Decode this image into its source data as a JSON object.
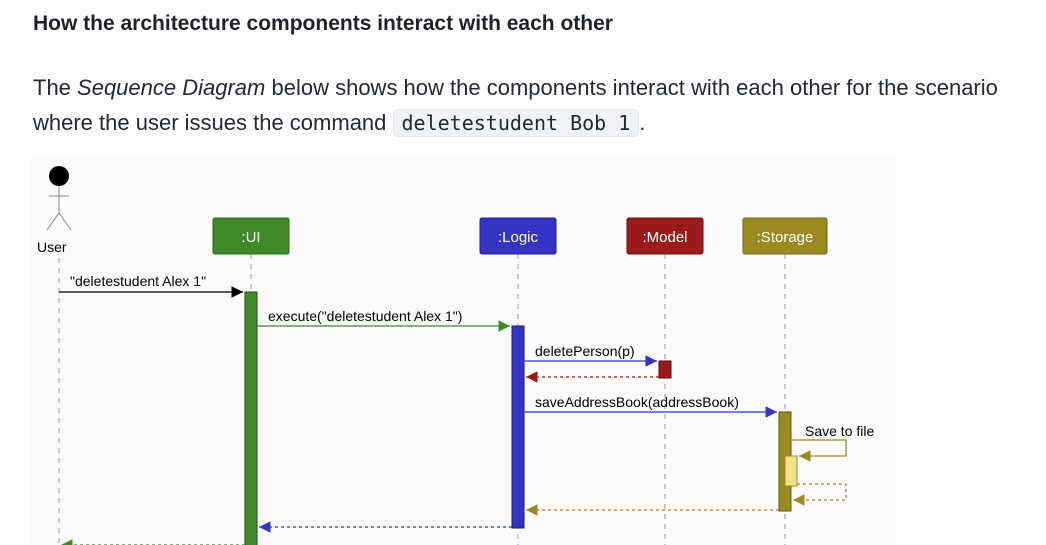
{
  "heading": "How the architecture components interact with each other",
  "intro": {
    "before": "The ",
    "emphasis": "Sequence Diagram",
    "middle": " below shows how the components interact with each other for the scenario where the user issues the command ",
    "code": "deletestudent Bob 1",
    "after": "."
  },
  "diagram": {
    "actor": {
      "label": "User"
    },
    "participants": [
      {
        "id": "ui",
        "label": ":UI",
        "color": "#3f8b27"
      },
      {
        "id": "logic",
        "label": ":Logic",
        "color": "#3434c4"
      },
      {
        "id": "model",
        "label": ":Model",
        "color": "#9b1b1b"
      },
      {
        "id": "storage",
        "label": ":Storage",
        "color": "#9b8a22"
      }
    ],
    "messages": [
      {
        "from": "user",
        "to": "ui",
        "label": "\"deletestudent Alex 1\"",
        "kind": "call"
      },
      {
        "from": "ui",
        "to": "logic",
        "label": "execute(\"deletestudent Alex 1\")",
        "kind": "call"
      },
      {
        "from": "logic",
        "to": "model",
        "label": "deletePerson(p)",
        "kind": "call"
      },
      {
        "from": "model",
        "to": "logic",
        "label": "",
        "kind": "return"
      },
      {
        "from": "logic",
        "to": "storage",
        "label": "saveAddressBook(addressBook)",
        "kind": "call"
      },
      {
        "from": "storage",
        "to": "storage",
        "label": "Save to file",
        "kind": "self-call"
      },
      {
        "from": "storage",
        "to": "storage",
        "label": "",
        "kind": "self-return"
      },
      {
        "from": "storage",
        "to": "logic",
        "label": "",
        "kind": "return"
      },
      {
        "from": "logic",
        "to": "ui",
        "label": "",
        "kind": "return"
      },
      {
        "from": "ui",
        "to": "user",
        "label": "",
        "kind": "return"
      }
    ]
  }
}
